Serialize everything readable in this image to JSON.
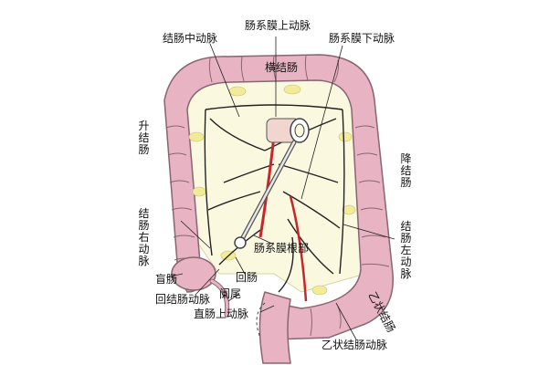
{
  "labels": {
    "middle_colic_artery": "结肠中动脉",
    "superior_mesenteric_artery": "肠系膜上动脉",
    "inferior_mesenteric_artery": "肠系膜下动脉",
    "transverse_colon": "横结肠",
    "ascending_colon": "升结肠",
    "descending_colon": "降结肠",
    "right_colic_artery": "结肠右动脉",
    "left_colic_artery": "结肠左动脉",
    "mesentery_root": "肠系膜根部",
    "cecum": "盲肠",
    "ileum": "回肠",
    "appendix": "阑尾",
    "ileocolic_artery": "回结肠动脉",
    "superior_rectal_artery": "直肠上动脉",
    "sigmoid_colon": "乙状结肠",
    "sigmoid_artery": "乙状结肠动脉"
  },
  "colors": {
    "colon": "#e8b4c4",
    "colon_outline": "#8a6470",
    "mesentery": "#fbf8e0",
    "fat": "#f2ec9a",
    "artery": "#c8262a",
    "vessel": "#222222"
  }
}
